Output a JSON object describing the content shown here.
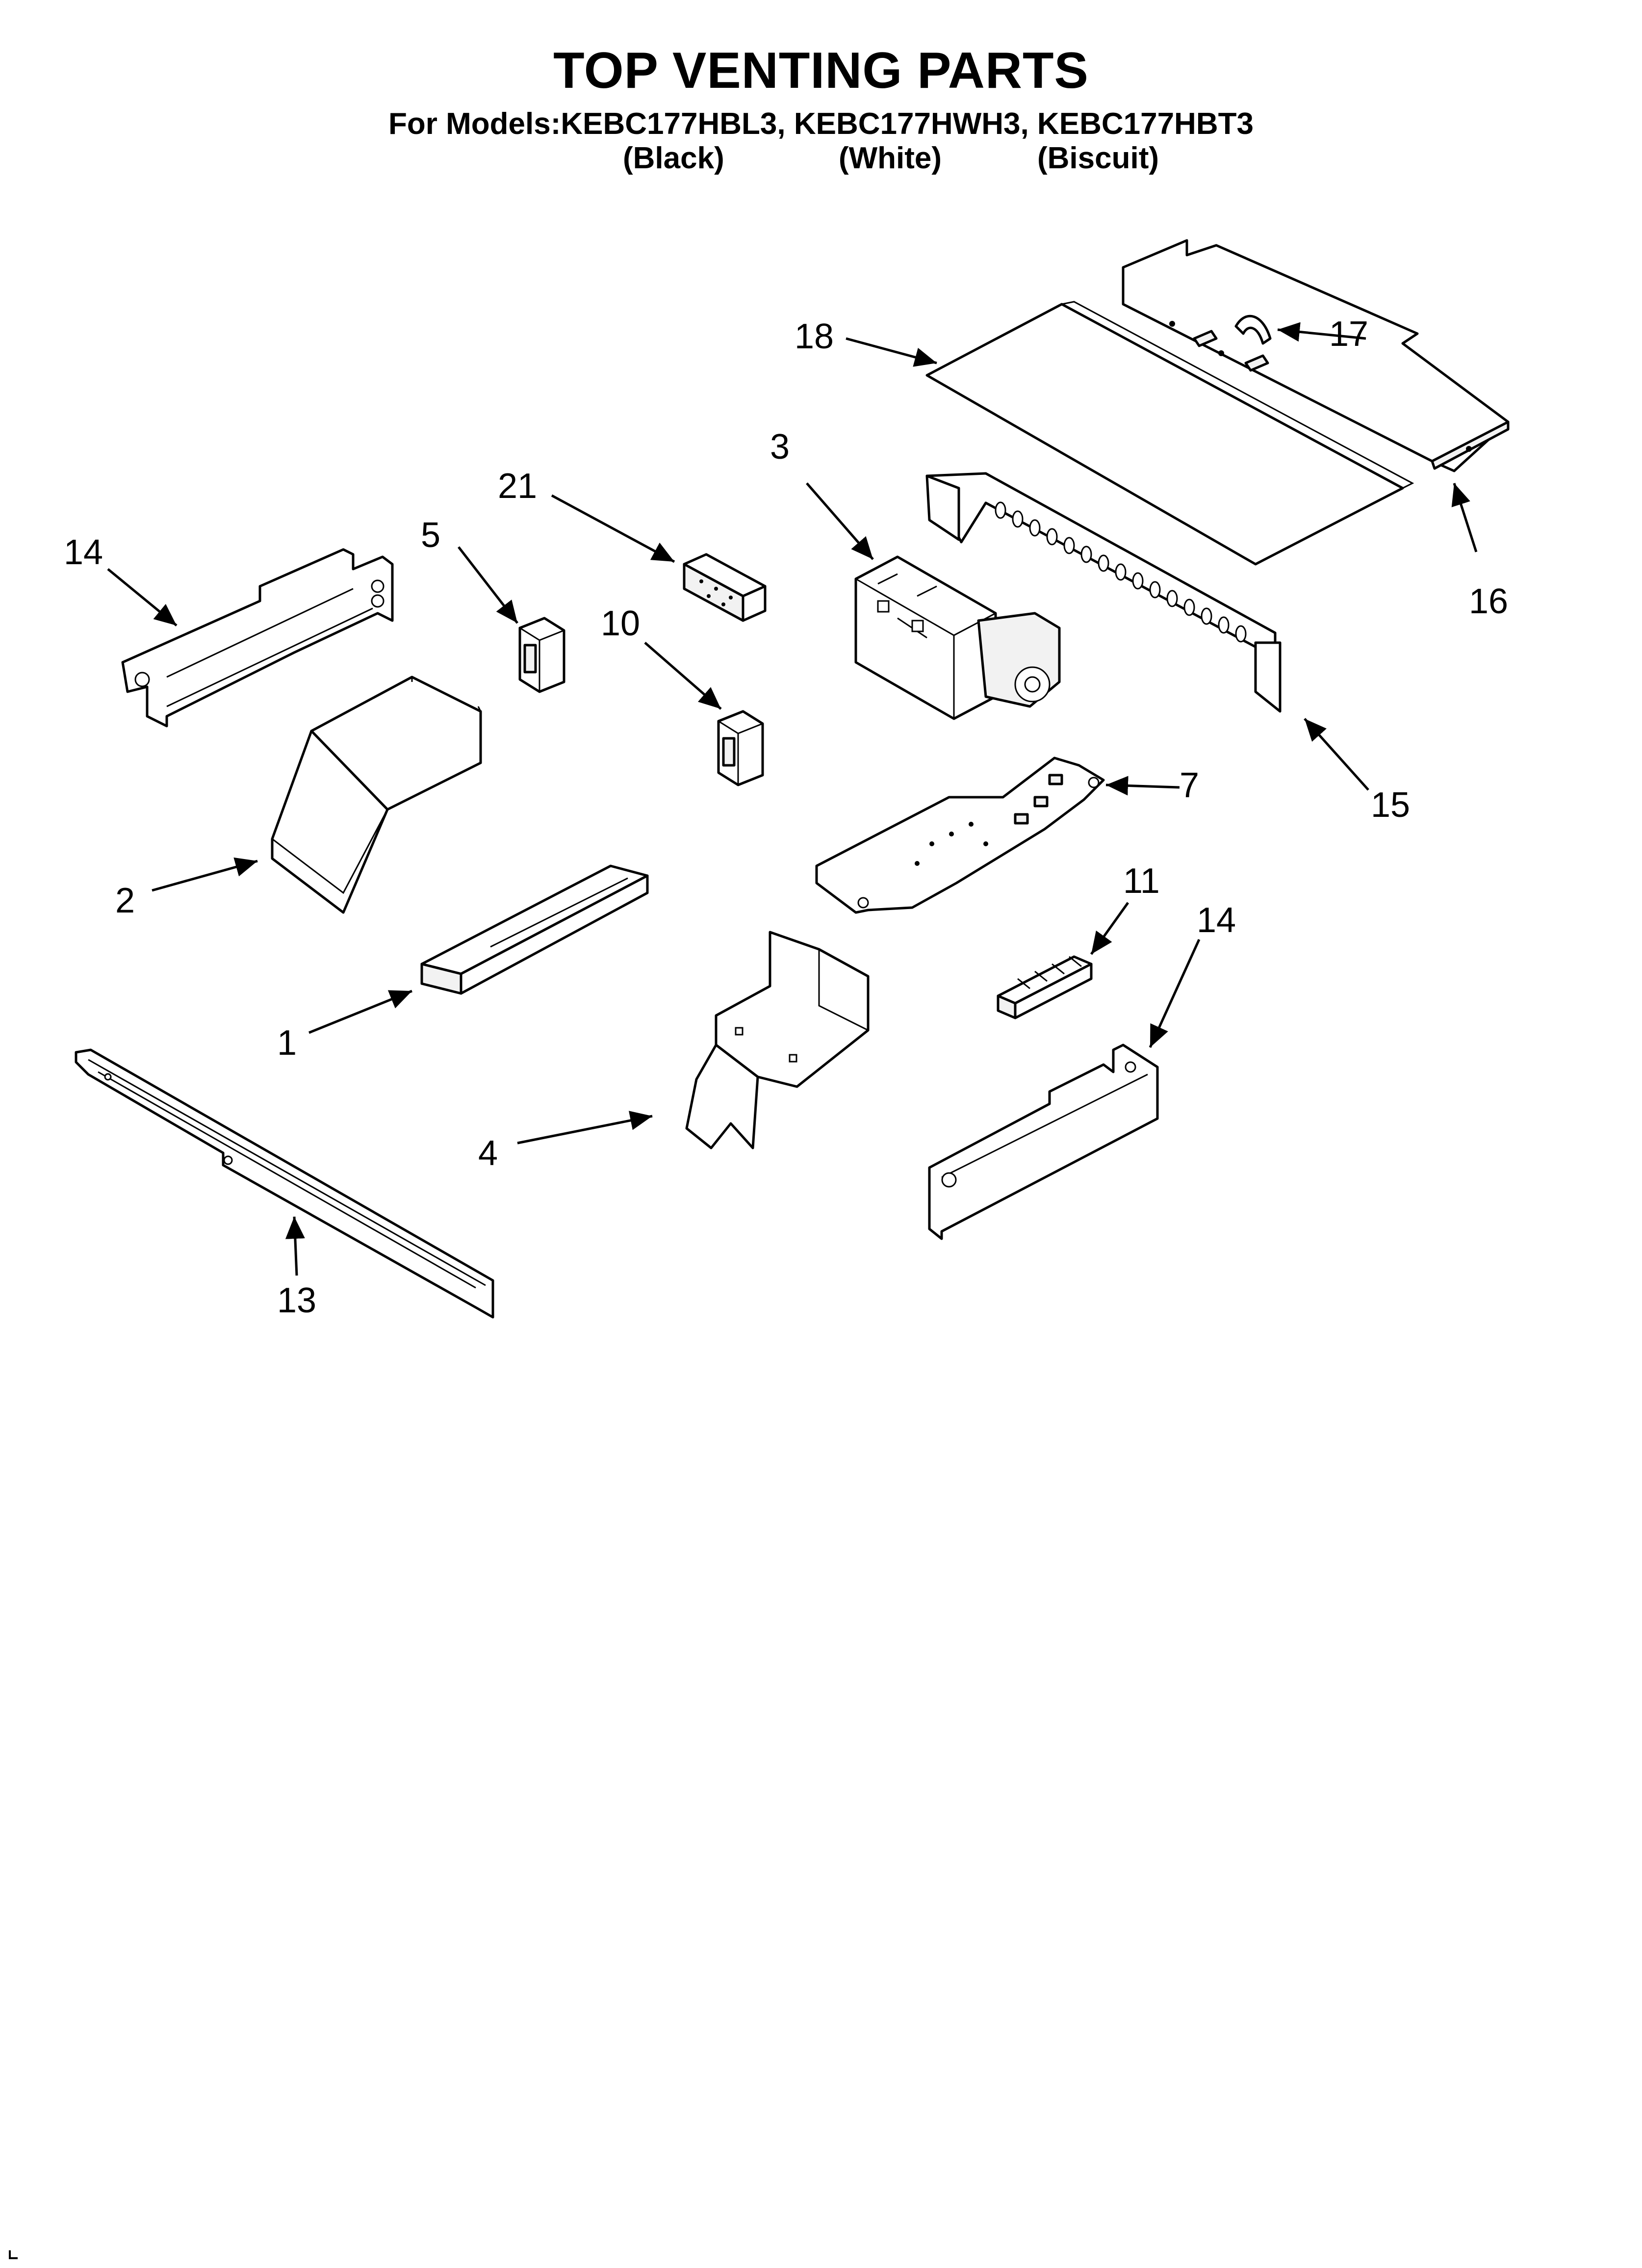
{
  "header": {
    "title": "TOP VENTING PARTS",
    "subtitle": "For Models:KEBC177HBL3, KEBC177HWH3, KEBC177HBT3",
    "colors": [
      "(Black)",
      "(White)",
      "(Biscuit)"
    ]
  },
  "callouts": {
    "c1": "1",
    "c2": "2",
    "c3": "3",
    "c4": "4",
    "c5": "5",
    "c7": "7",
    "c10": "10",
    "c11": "11",
    "c13": "13",
    "c14a": "14",
    "c14b": "14",
    "c15": "15",
    "c16": "16",
    "c17": "17",
    "c18": "18",
    "c21": "21"
  }
}
